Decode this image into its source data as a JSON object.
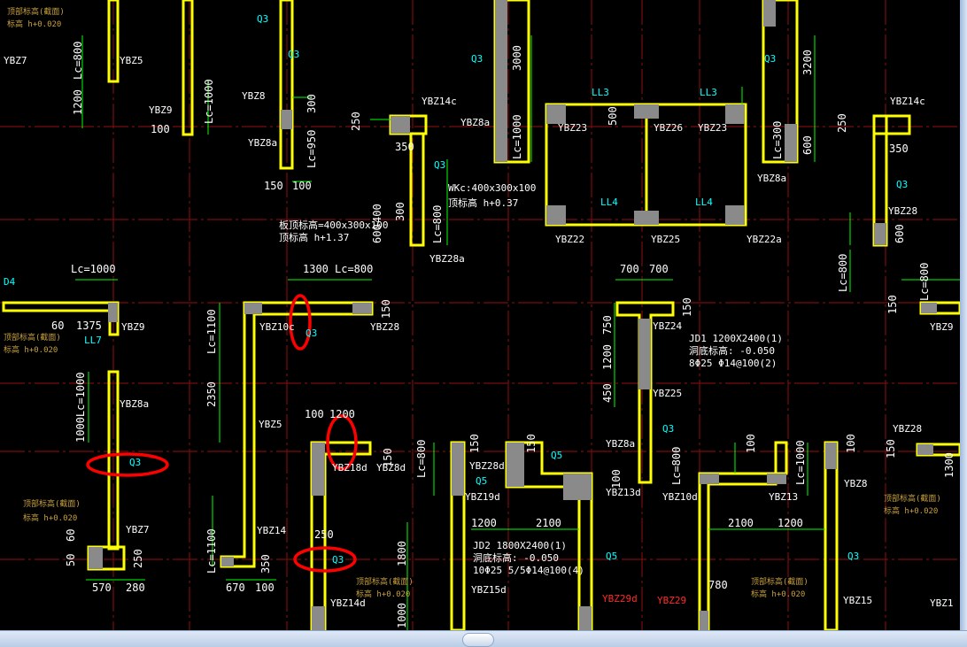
{
  "colors": {
    "background": "#000000",
    "grid_line": "#7a0c0c",
    "wall": "#ffff00",
    "column_fill": "#8a8a8a",
    "dimension": "#00ff00",
    "label": "#ffffff",
    "axis_label": "#00ffff",
    "elevation_note": "#c8a03c",
    "special_label": "#ff2a2a",
    "highlight_ellipse": "#ff0000"
  },
  "labels": {
    "ybz7_a": "YBZ7",
    "ybz5_a": "YBZ5",
    "ybz9_a": "YBZ9",
    "ybz8_a": "YBZ8",
    "ybz8a_a": "YBZ8a",
    "ybz14c": "YBZ14c",
    "ybz8a_b": "YBZ8a",
    "ybz23_a": "YBZ23",
    "ybz26": "YBZ26",
    "ybz23_b": "YBZ23",
    "ybz14c_b": "YBZ14c",
    "ybz8a_c": "YBZ8a",
    "ybz28": "YBZ28",
    "ybz28a": "YBZ28a",
    "ybz22": "YBZ22",
    "ybz25_a": "YBZ25",
    "ybz22a": "YBZ22a",
    "ybz9_b": "YBZ9",
    "ybz10c": "YBZ10c",
    "ybz28_b": "YBZ28",
    "ybz8a_d": "YBZ8a",
    "ybz5_b": "YBZ5",
    "ybz24": "YBZ24",
    "ybz25_b": "YBZ25",
    "ybz18d": "YBZ18d",
    "ybz8d": "YBZ8d",
    "ybz8a_e": "YBZ8a",
    "ybz13d": "YBZ13d",
    "ybz10d": "YBZ10d",
    "ybz19d": "YBZ19d",
    "ybz28d": "YBZ28d",
    "ybz7_b": "YBZ7",
    "ybz14": "YBZ14",
    "ybz14d": "YBZ14d",
    "ybz15d": "YBZ15d",
    "ybz29d": "YBZ29d",
    "ybz29": "YBZ29",
    "ybz13": "YBZ13",
    "ybz8_b": "YBZ8",
    "ybz15": "YBZ15",
    "ybz28_c": "YBZ28",
    "ybz9_c": "YBZ9",
    "ybz1": "YBZ1",
    "q3_1": "Q3",
    "q3_2": "Q3",
    "q3_3": "Q3",
    "q3_4": "Q3",
    "q3_5": "Q3",
    "q3_6": "Q3",
    "q3_7": "Q3",
    "q3_8": "Q3",
    "q3_9": "Q3",
    "q3_10": "Q3",
    "q5_1": "Q5",
    "q5_2": "Q5",
    "q5_3": "Q5",
    "q3_11": "Q3",
    "ll3_a": "LL3",
    "ll3_b": "LL3",
    "ll4_a": "LL4",
    "ll4_b": "LL4",
    "ll7": "LL7",
    "d4": "D4",
    "jd1_title": "JD1 1200X2400(1)",
    "jd1_elev": "洞底标高: -0.050",
    "jd1_bars": "8Φ25 Φ14@100(2)",
    "jd2_title": "JD2 1800X2400(1)",
    "jd2_elev": "洞底标高: -0.050",
    "jd2_bars": "10Φ25 5/5Φ14@100(4)",
    "lintel_text": "WKc:400x300x100",
    "lintel_elev": "顶标高 h+0.37",
    "lintel2_text": "板顶标高=400x300x100",
    "lintel2_elev": "顶标高 h+1.37",
    "elev_note_1": "顶部标高(截面)",
    "elev_note_2": "标高 h+0.020",
    "elev_note_3": "顶部标高(截面)",
    "elev_note_4": "标高 h+0.020",
    "elev_note_5": "顶部标高(截面)",
    "elev_note_6": "标高 h+0.020",
    "elev_note_7": "顶部标高(截面)",
    "elev_note_8": "标高 h+0.020",
    "elev_note_9": "顶部标高(截面)",
    "elev_note_10": "标高 h+0.020",
    "elev_note_11": "顶部标高(截面)",
    "elev_note_12": "标高 h+0.020"
  },
  "dims": {
    "lc800_a": "Lc=800",
    "d1200_a": "1200",
    "lc1000_a": "Lc=1000",
    "d100_a": "100",
    "d300_a": "300",
    "lc950": "Lc=950",
    "d150_a": "150",
    "d100_b": "100",
    "d250_a": "250",
    "d350": "350",
    "d400": "400",
    "d300_b": "300",
    "lc800_b": "Lc=800",
    "d600": "600",
    "d3000": "3000",
    "lc1000_b": "Lc=1000",
    "d500": "500",
    "d3200": "3200",
    "d600_b": "600",
    "lc300": "Lc=300",
    "d250_b": "250",
    "d350_b": "350",
    "d600_c": "600",
    "lc800_c": "Lc=800",
    "lc1000_c": "Lc=1000",
    "d60": "60",
    "d1375": "1375",
    "d1300": "1300",
    "lc800_d": "Lc=800",
    "d150_b": "150",
    "lc1100_a": "Lc=1100",
    "d2350": "2350",
    "d700_a": "700",
    "d700_b": "700",
    "d150_c": "150",
    "d750": "750",
    "d1200_b": "1200",
    "d450": "450",
    "lc800_e": "Lc=800",
    "d150_d": "150",
    "lc1000_d": "1000Lc=1000",
    "d100_c": "100",
    "d1200_c": "1200",
    "lc800_f": "Lc=800",
    "d150_e": "150",
    "d150_f": "150",
    "d1200_d": "1200",
    "d2100": "2100",
    "d150_g": "150",
    "d1800": "1800",
    "d100_d": "100",
    "lc800_g": "Lc=800",
    "d100_e": "100",
    "lc1000_e": "Lc=1000",
    "d100_f": "100",
    "d2100_b": "2100",
    "d1200_e": "1200",
    "d150_h": "150",
    "d1300_b": "1300",
    "d50": "50",
    "d60_b": "60",
    "d250_c": "250",
    "d570": "570",
    "d280": "280",
    "lc1100_b": "Lc=1100",
    "d670": "670",
    "d100_g": "100",
    "d350_c": "350",
    "d250_d": "250",
    "d780": "780",
    "d1000": "1000"
  }
}
